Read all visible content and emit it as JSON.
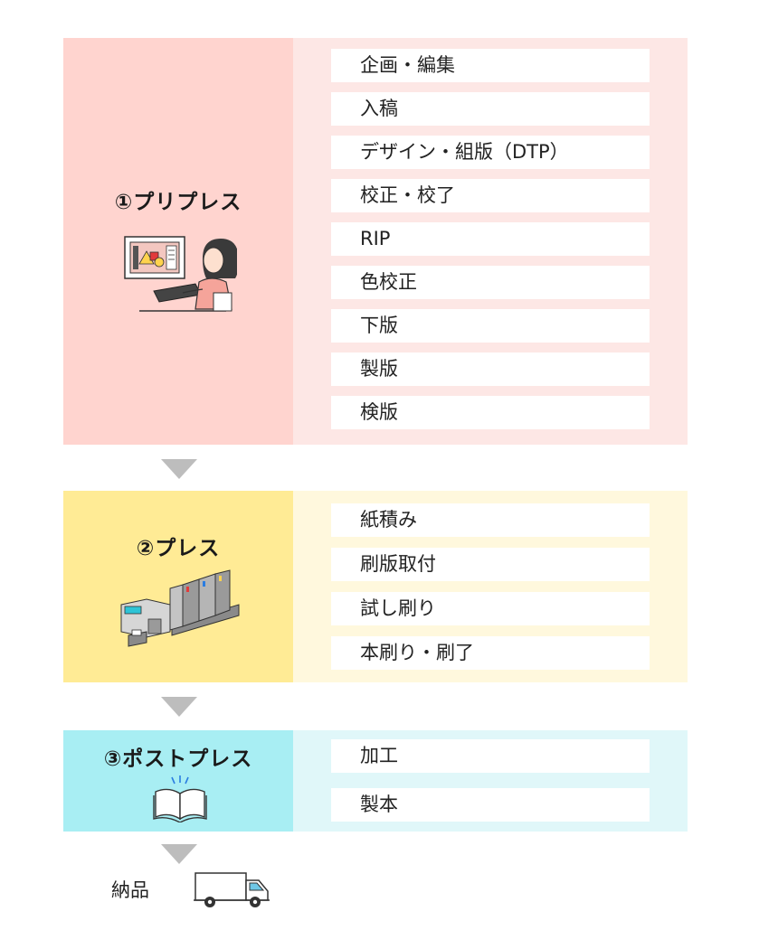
{
  "stages": [
    {
      "title": "①プリプレス",
      "color_left": "#ffd4cf",
      "color_right": "#fde7e5",
      "steps": [
        "企画・編集",
        "入稿",
        "デザイン・組版（DTP）",
        "校正・校了",
        "RIP",
        "色校正",
        "下版",
        "製版",
        "検版"
      ]
    },
    {
      "title": "②プレス",
      "color_left": "#ffeb95",
      "color_right": "#fff8dd",
      "steps": [
        "紙積み",
        "刷版取付",
        "試し刷り",
        "本刷り・刷了"
      ]
    },
    {
      "title": "③ポストプレス",
      "color_left": "#a8eef3",
      "color_right": "#e0f7f9",
      "steps": [
        "加工",
        "製本"
      ]
    }
  ],
  "delivery": {
    "label": "納品"
  },
  "arrow_color": "#bdbdbd",
  "icons": [
    "designer-at-monitor-icon",
    "printing-press-icon",
    "open-book-icon",
    "delivery-truck-icon"
  ]
}
